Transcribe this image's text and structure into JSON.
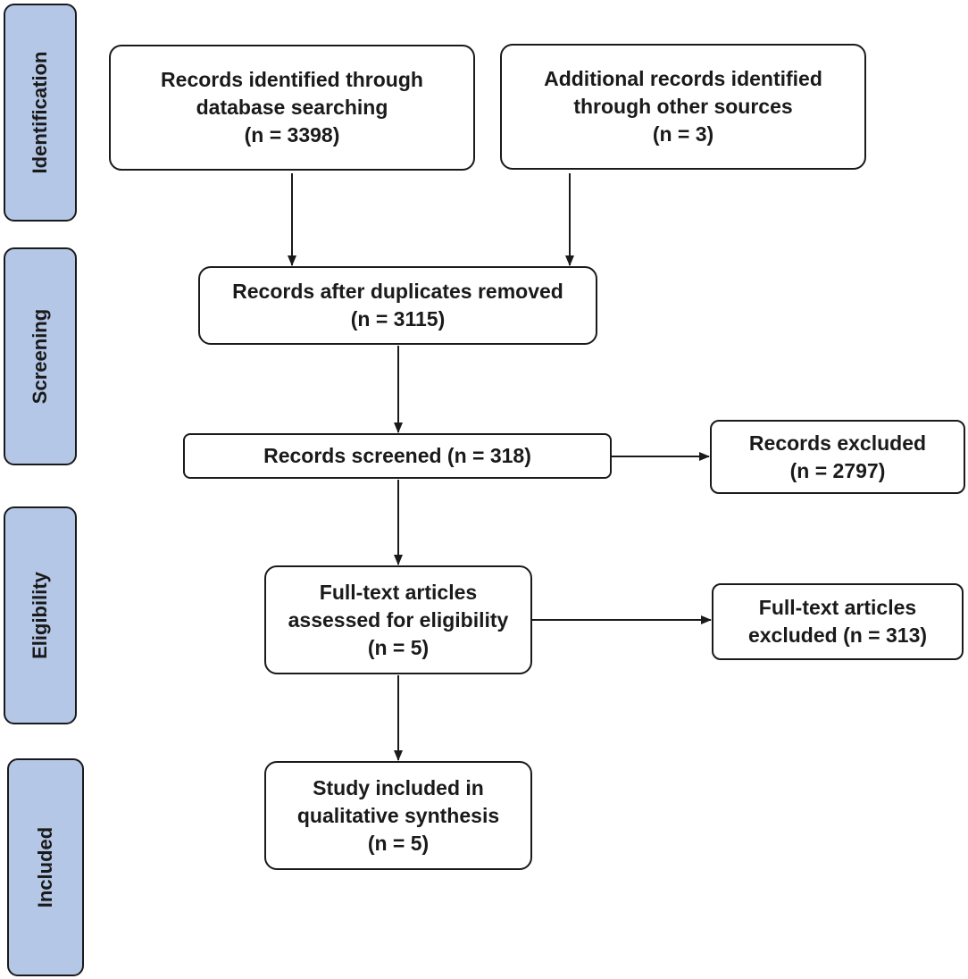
{
  "stages": {
    "identification": "Identification",
    "screening": "Screening",
    "eligibility": "Eligibility",
    "included": "Included"
  },
  "boxes": {
    "database_search": {
      "line1": "Records identified through",
      "line2": "database searching",
      "line3": "(n = 3398)"
    },
    "other_sources": {
      "line1": "Additional records identified",
      "line2": "through other sources",
      "line3": "(n = 3)"
    },
    "duplicates_removed": {
      "line1": "Records after duplicates removed",
      "line2": "(n = 3115)"
    },
    "screened": {
      "line1": "Records screened (n = 318)"
    },
    "excluded": {
      "line1": "Records excluded",
      "line2": "(n = 2797)"
    },
    "fulltext_assessed": {
      "line1": "Full-text articles",
      "line2": "assessed for eligibility",
      "line3": "(n = 5)"
    },
    "fulltext_excluded": {
      "line1": "Full-text articles",
      "line2": "excluded (n = 313)"
    },
    "included_study": {
      "line1": "Study included in",
      "line2": "qualitative synthesis",
      "line3": "(n = 5)"
    }
  }
}
